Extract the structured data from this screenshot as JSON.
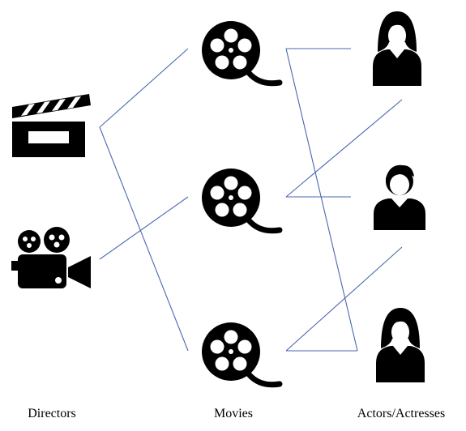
{
  "columns": {
    "directors": "Directors",
    "movies": "Movies",
    "actors": "Actors/Actresses"
  },
  "nodes": {
    "directors": [
      {
        "id": "d1",
        "icon": "clapperboard-icon"
      },
      {
        "id": "d2",
        "icon": "movie-camera-icon"
      }
    ],
    "movies": [
      {
        "id": "m1",
        "icon": "film-reel-icon"
      },
      {
        "id": "m2",
        "icon": "film-reel-icon"
      },
      {
        "id": "m3",
        "icon": "film-reel-icon"
      }
    ],
    "actors": [
      {
        "id": "a1",
        "icon": "actress-icon"
      },
      {
        "id": "a2",
        "icon": "actor-icon"
      },
      {
        "id": "a3",
        "icon": "actress-icon"
      }
    ]
  },
  "edges": [
    {
      "from": "d1",
      "to": "m1"
    },
    {
      "from": "d1",
      "to": "m3"
    },
    {
      "from": "d2",
      "to": "m2"
    },
    {
      "from": "m1",
      "to": "a1"
    },
    {
      "from": "m1",
      "to": "a3"
    },
    {
      "from": "m2",
      "to": "a1"
    },
    {
      "from": "m2",
      "to": "a2"
    },
    {
      "from": "m3",
      "to": "a2"
    },
    {
      "from": "m3",
      "to": "a3"
    }
  ],
  "colors": {
    "edge": "#4a67b0",
    "icon": "#000000",
    "background": "#ffffff"
  }
}
